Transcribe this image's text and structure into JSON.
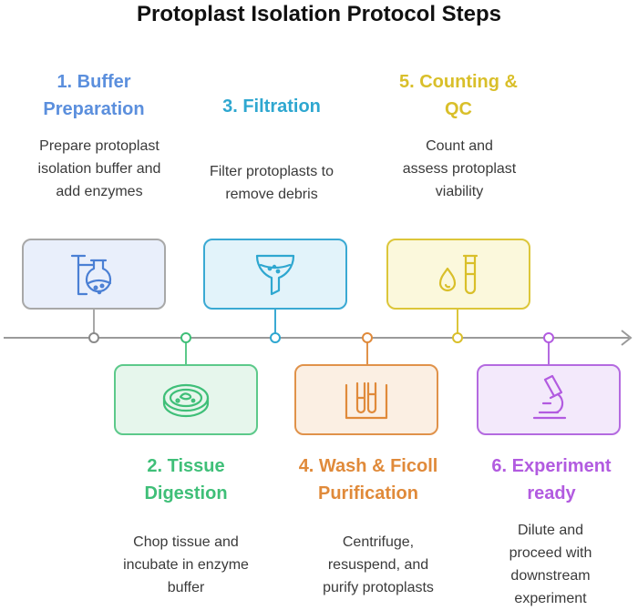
{
  "title": "Protoplast Isolation Protocol Steps",
  "steps": [
    {
      "number": "1",
      "title": "1. Buffer\nPreparation",
      "description": "Prepare protoplast isolation buffer and add enzymes",
      "icon": "flask-icon",
      "color": "#5b8fdd",
      "fill": "#e9effb",
      "border": "#a8a8a8"
    },
    {
      "number": "2",
      "title": "2. Tissue\nDigestion",
      "description": "Chop tissue and incubate in enzyme buffer",
      "icon": "petri-dish-icon",
      "color": "#3fbf78",
      "fill": "#e6f6ec",
      "border": "#5cc98a"
    },
    {
      "number": "3",
      "title": "3. Filtration",
      "description": "Filter protoplasts to remove debris",
      "icon": "funnel-icon",
      "color": "#2ea7d0",
      "fill": "#e2f3fa",
      "border": "#3aa9d3"
    },
    {
      "number": "4",
      "title": "4. Wash & Ficoll\nPurification",
      "description": "Centrifuge, resuspend, and purify protoplasts",
      "icon": "test-tubes-icon",
      "color": "#e08a3a",
      "fill": "#fbefe3",
      "border": "#e0924a"
    },
    {
      "number": "5",
      "title": "5. Counting &\nQC",
      "description": "Count and assess protoplast viability",
      "icon": "droplet-tube-icon",
      "color": "#d9bf2a",
      "fill": "#fbf8dc",
      "border": "#dcc63a"
    },
    {
      "number": "6",
      "title": "6. Experiment\nready",
      "description": "Dilute and proceed with downstream experiment",
      "icon": "microscope-icon",
      "color": "#b25be0",
      "fill": "#f3e9fb",
      "border": "#b46ae0"
    }
  ]
}
